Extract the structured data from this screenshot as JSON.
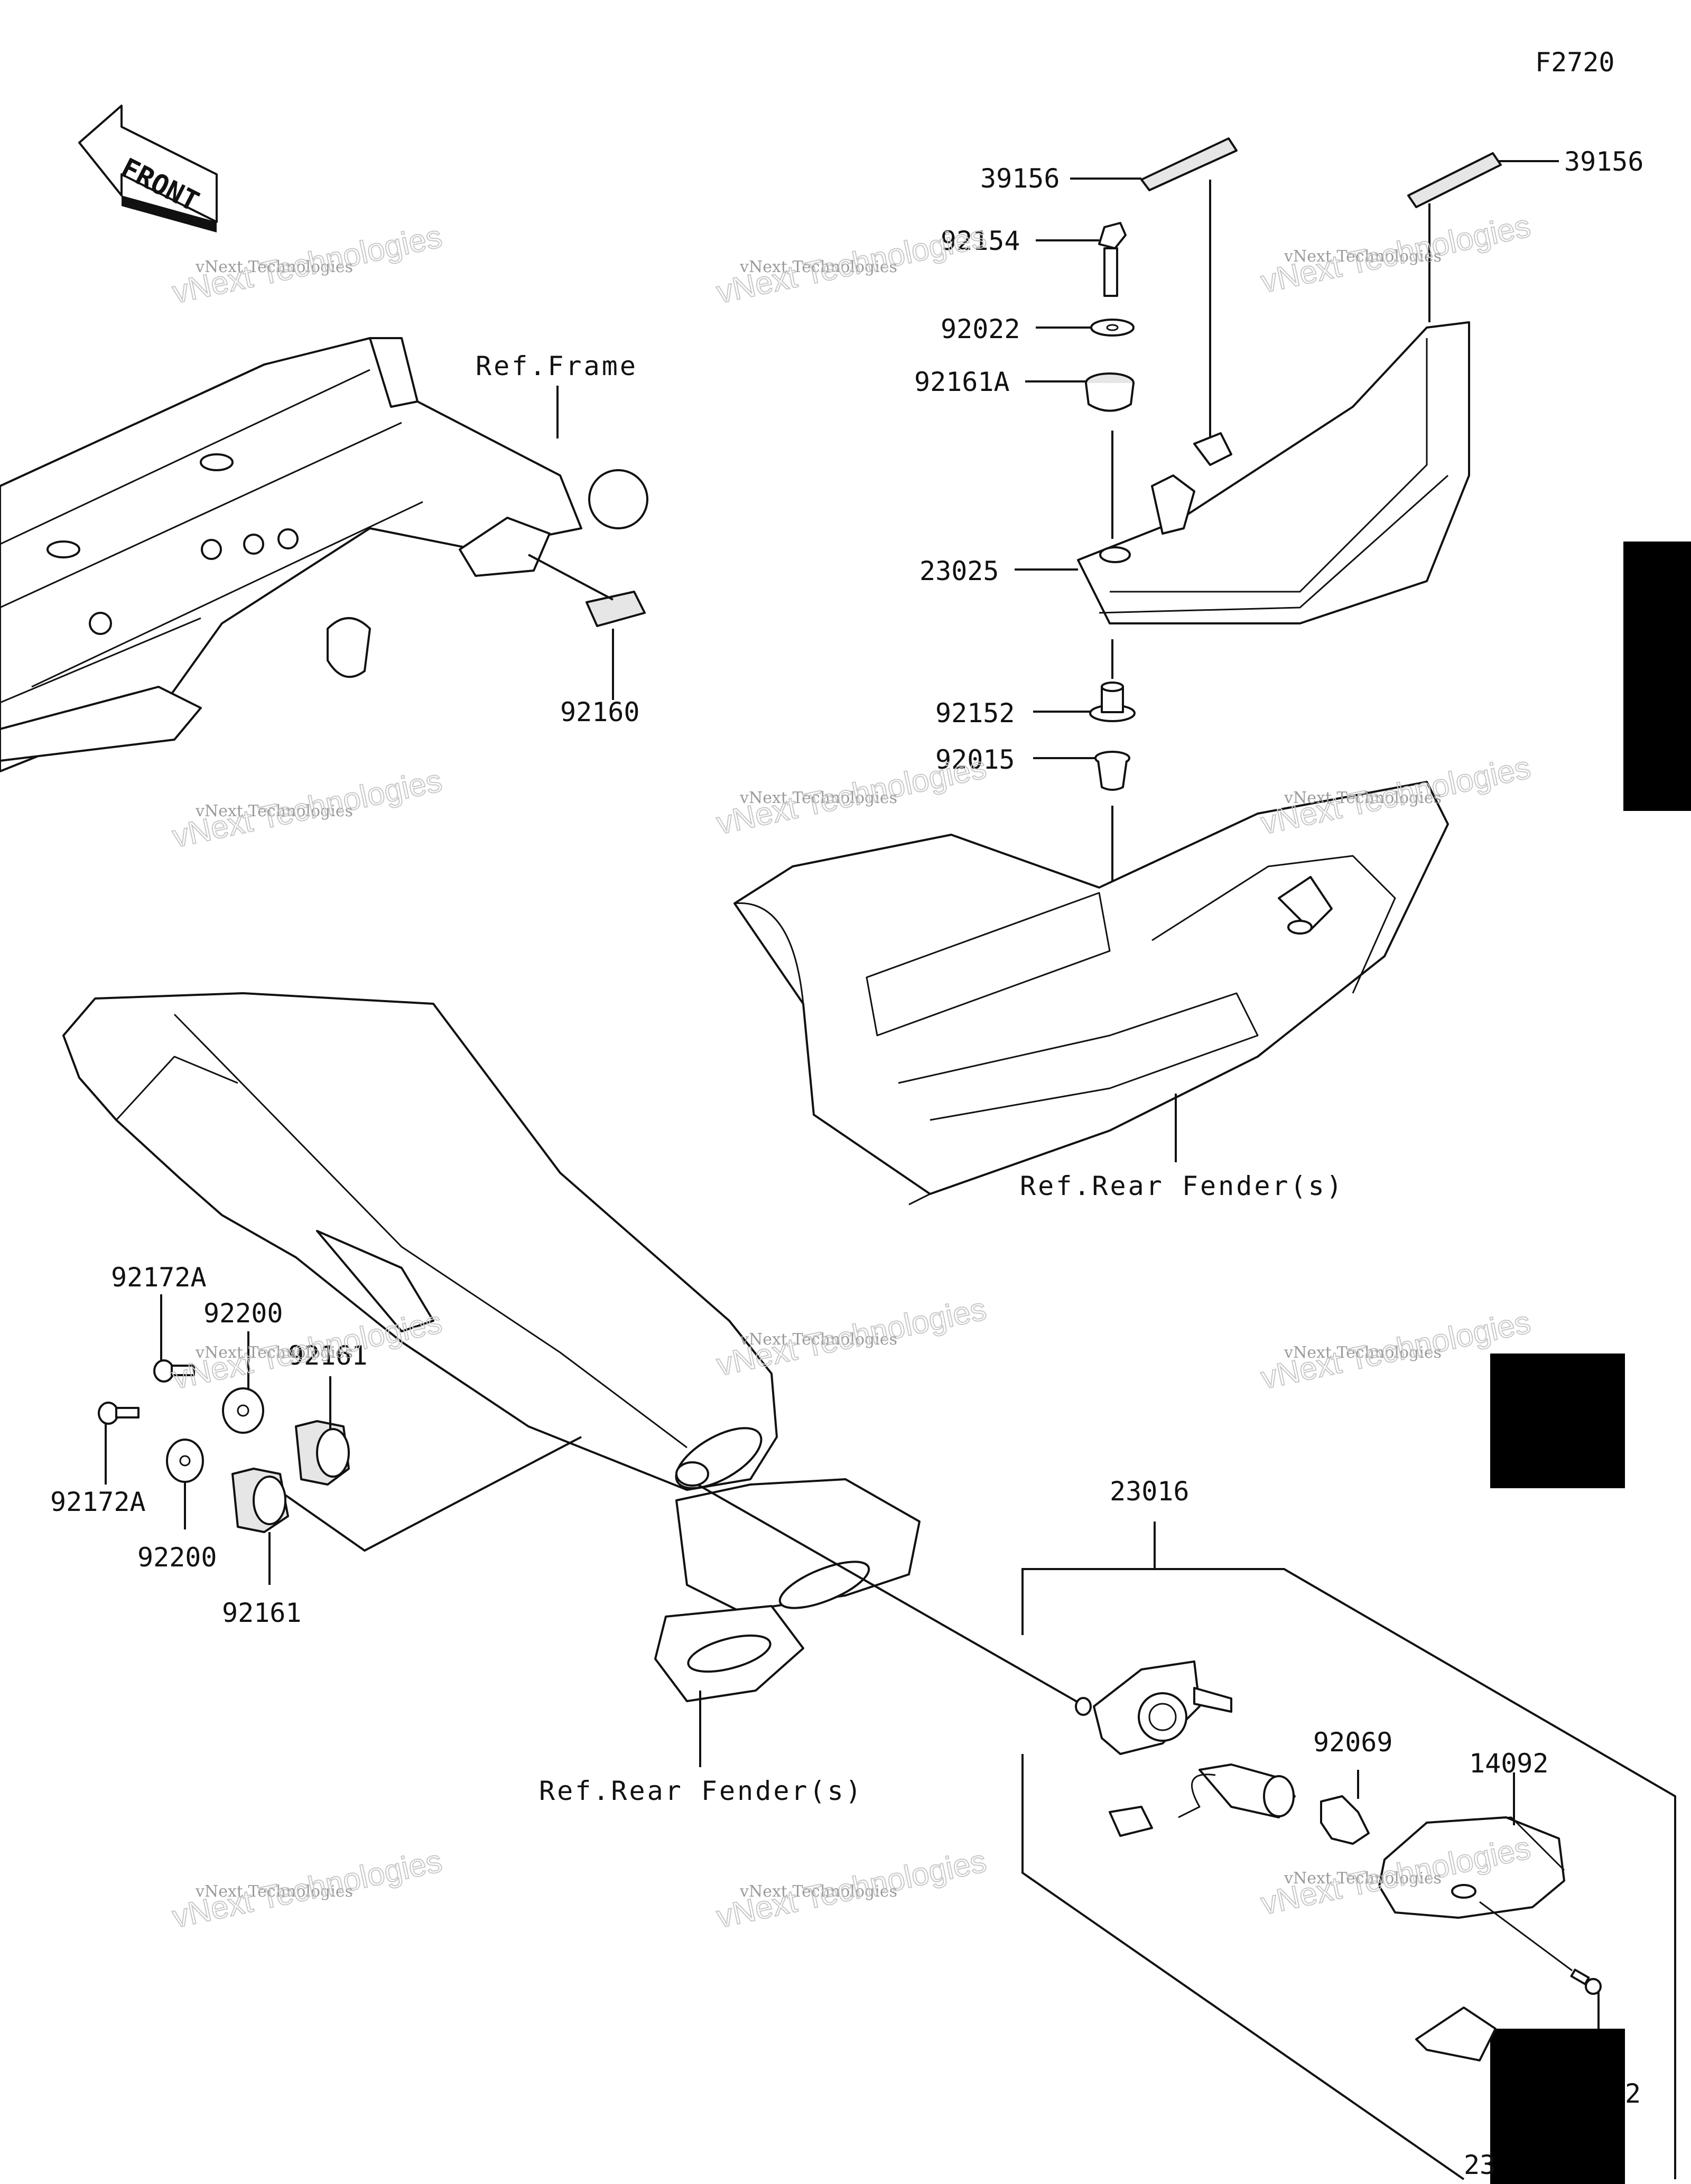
{
  "figure_code": "F2720",
  "front_arrow_text": "FRONT",
  "references": {
    "frame": "Ref.Frame",
    "rear_fender_top": "Ref.Rear Fender(s)",
    "rear_fender_bottom": "Ref.Rear Fender(s)"
  },
  "parts": {
    "p39156_left": "39156",
    "p39156_right": "39156",
    "p92154": "92154",
    "p92022": "92022",
    "p92161A": "92161A",
    "p23025": "23025",
    "p92152": "92152",
    "p92015": "92015",
    "p92160": "92160",
    "p92172A_top": "92172A",
    "p92172A_bottom": "92172A",
    "p92200_top": "92200",
    "p92200_bottom": "92200",
    "p92161_top": "92161",
    "p92161_bottom": "92161",
    "p23016": "23016",
    "p92069": "92069",
    "p14092": "14092",
    "p_partial_2": "2",
    "p_partial_23": "23"
  },
  "watermark": {
    "line1": "vNext Technologies",
    "line2": "vNext Technologies"
  },
  "colors": {
    "line": "#111111",
    "tab_black": "#000000",
    "watermark": "#bdbdbd"
  }
}
